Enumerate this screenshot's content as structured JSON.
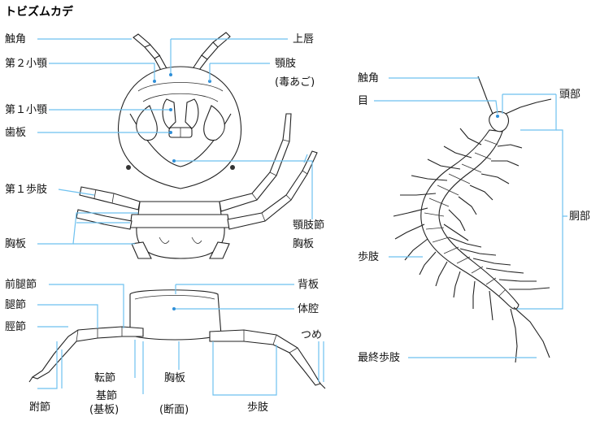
{
  "title": "トビズムカデ",
  "head_view": {
    "left_labels": [
      "触角",
      "第２小顎",
      "第１小顎",
      "歯板",
      "第１歩肢",
      "胸板"
    ],
    "right_labels": [
      "上唇",
      "顎肢",
      "(毒あご)",
      "顎肢節",
      "胸板"
    ]
  },
  "cross_section": {
    "left_labels": [
      "前腿節",
      "腿節",
      "脛節"
    ],
    "right_labels": [
      "背板",
      "体腔",
      "つめ"
    ],
    "bottom_labels": [
      "跗節",
      "転節",
      "基節",
      "(基板)",
      "胸板",
      "(断面)",
      "歩肢"
    ]
  },
  "body_view": {
    "left_labels": [
      "触角",
      "目",
      "歩肢",
      "最終歩肢"
    ],
    "right_labels": [
      "頭部",
      "胴部"
    ]
  },
  "colors": {
    "leader": "#6ec1ef",
    "dot": "#2f8fd8",
    "ink": "#222222"
  }
}
